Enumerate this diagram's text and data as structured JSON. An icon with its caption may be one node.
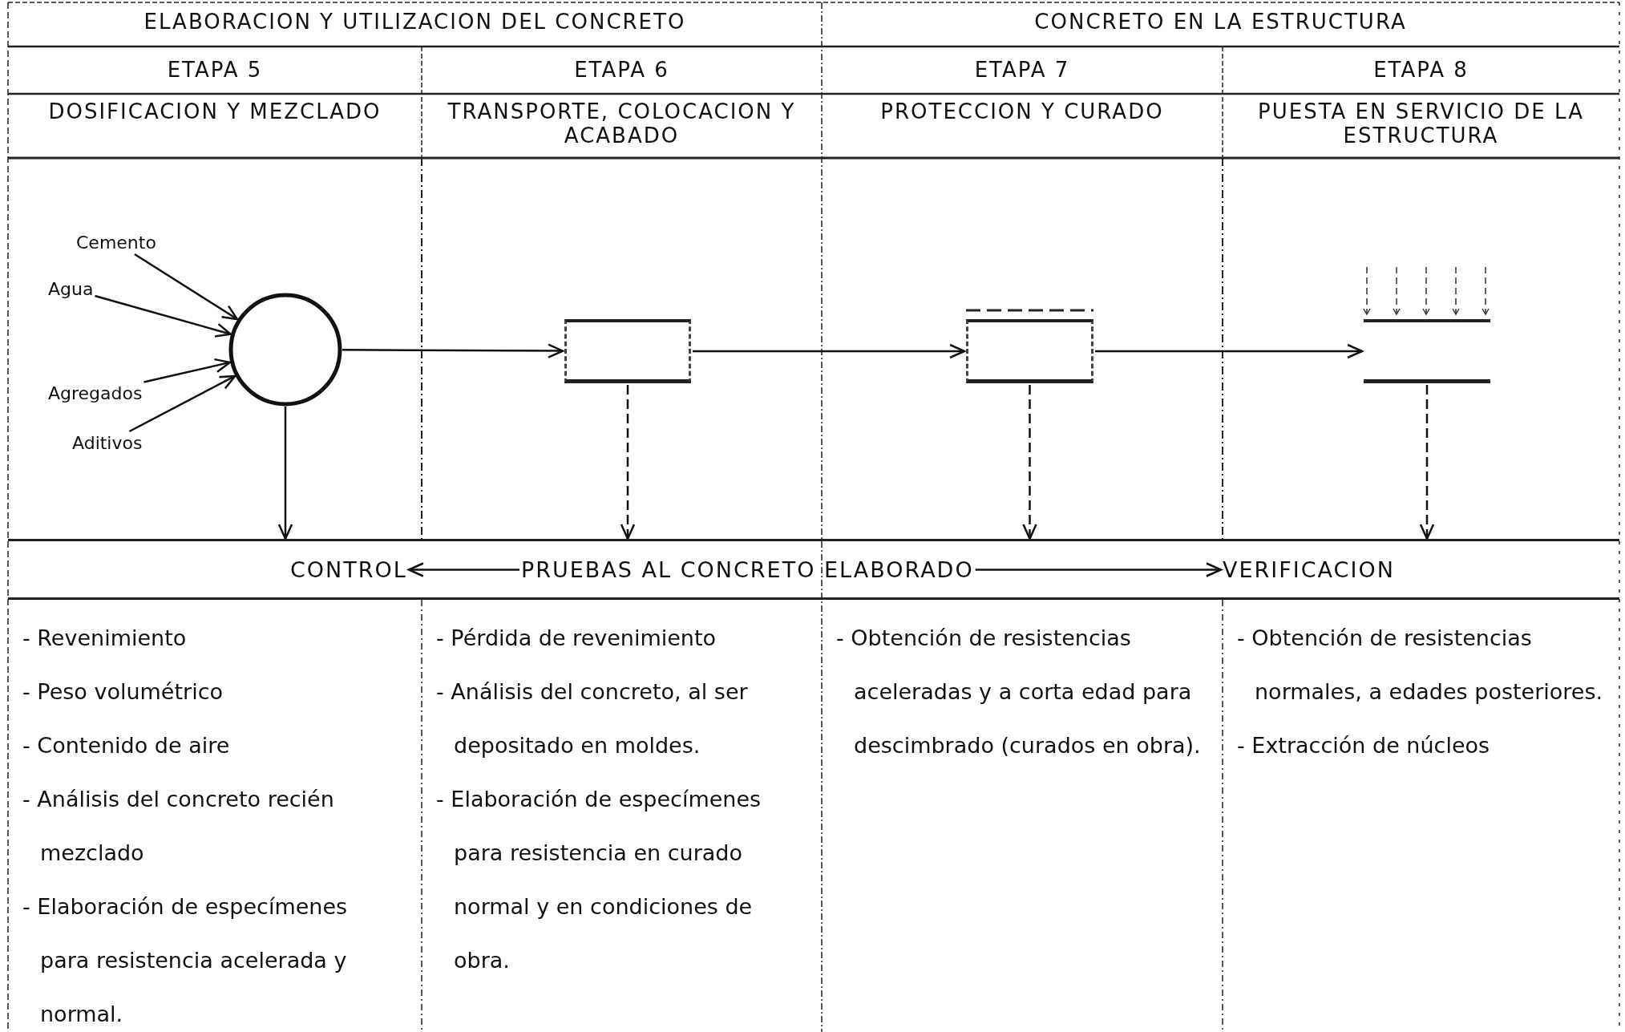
{
  "diagram": {
    "nodes": [
      {
        "text": [
          "Cemento"
        ]
      },
      {
        "text": [
          "Agua"
        ]
      },
      {
        "text": [
          "Agregados"
        ]
      },
      {
        "text": [
          "Aditivos"
        ]
      },
      {
        "text": [],
        "shape": "circle"
      },
      {
        "text": [],
        "shape": "box"
      },
      {
        "text": [],
        "shape": "box"
      },
      {
        "text": [],
        "shape": "box"
      },
      {
        "text": [],
        "shape": "box"
      },
      {
        "text": [
          "CONTROL"
        ],
        "in": 8
      },
      {
        "text": [
          "PRUEBAS AL CONCRETO ELABORADO"
        ],
        "in": 8
      },
      {
        "text": [
          "VERIFICACION"
        ],
        "in": 8
      }
    ],
    "edges": [
      {
        "from": 0,
        "to": 4,
        "arrow": "to"
      },
      {
        "from": 1,
        "to": 4,
        "arrow": "to"
      },
      {
        "from": 2,
        "to": 4,
        "arrow": "to"
      },
      {
        "from": 3,
        "to": 4,
        "arrow": "to"
      },
      {
        "from": 4,
        "to": 5,
        "arrow": "to"
      },
      {
        "from": 5,
        "to": 6,
        "arrow": "to"
      },
      {
        "from": 6,
        "to": 7,
        "arrow": "to"
      },
      {
        "from": 4,
        "to": 8,
        "arrow": "to"
      },
      {
        "from": 5,
        "to": 8,
        "arrow": "to",
        "style": "dashed"
      },
      {
        "from": 6,
        "to": 8,
        "arrow": "to",
        "style": "dashed"
      },
      {
        "from": 7,
        "to": 8,
        "arrow": "to",
        "style": "dashed"
      },
      {
        "from": 10,
        "to": 9,
        "arrow": "to"
      },
      {
        "from": 10,
        "to": 11,
        "arrow": "to"
      }
    ],
    "labels": [
      "ELABORACION Y UTILIZACION DEL CONCRETO",
      "CONCRETO EN LA ESTRUCTURA",
      "ETAPA 5",
      "ETAPA 6",
      "ETAPA 7",
      "ETAPA 8",
      "DOSIFICACION Y MEZCLADO",
      "TRANSPORTE, COLOCACION Y ACABADO",
      "PROTECCION Y CURADO",
      "PUESTA EN SERVICIO DE LA ESTRUCTURA",
      "- Revenimiento",
      "- Peso volumétrico",
      "- Contenido de aire",
      "- Análisis del concreto recién mezclado",
      "- Elaboración de especímenes para resistencia acelerada y normal.",
      "- Pérdida de revenimiento",
      "- Análisis del concreto, al ser depositado en moldes.",
      "- Elaboración de especímenes para resistencia en curado normal y en condiciones de obra.",
      "- Obtención de resistencias aceleradas y a corta edad para descimbrado (curados en obra).",
      "- Obtención de resistencias normales, a edades posteriores.",
      "- Extracción de núcleos"
    ]
  }
}
